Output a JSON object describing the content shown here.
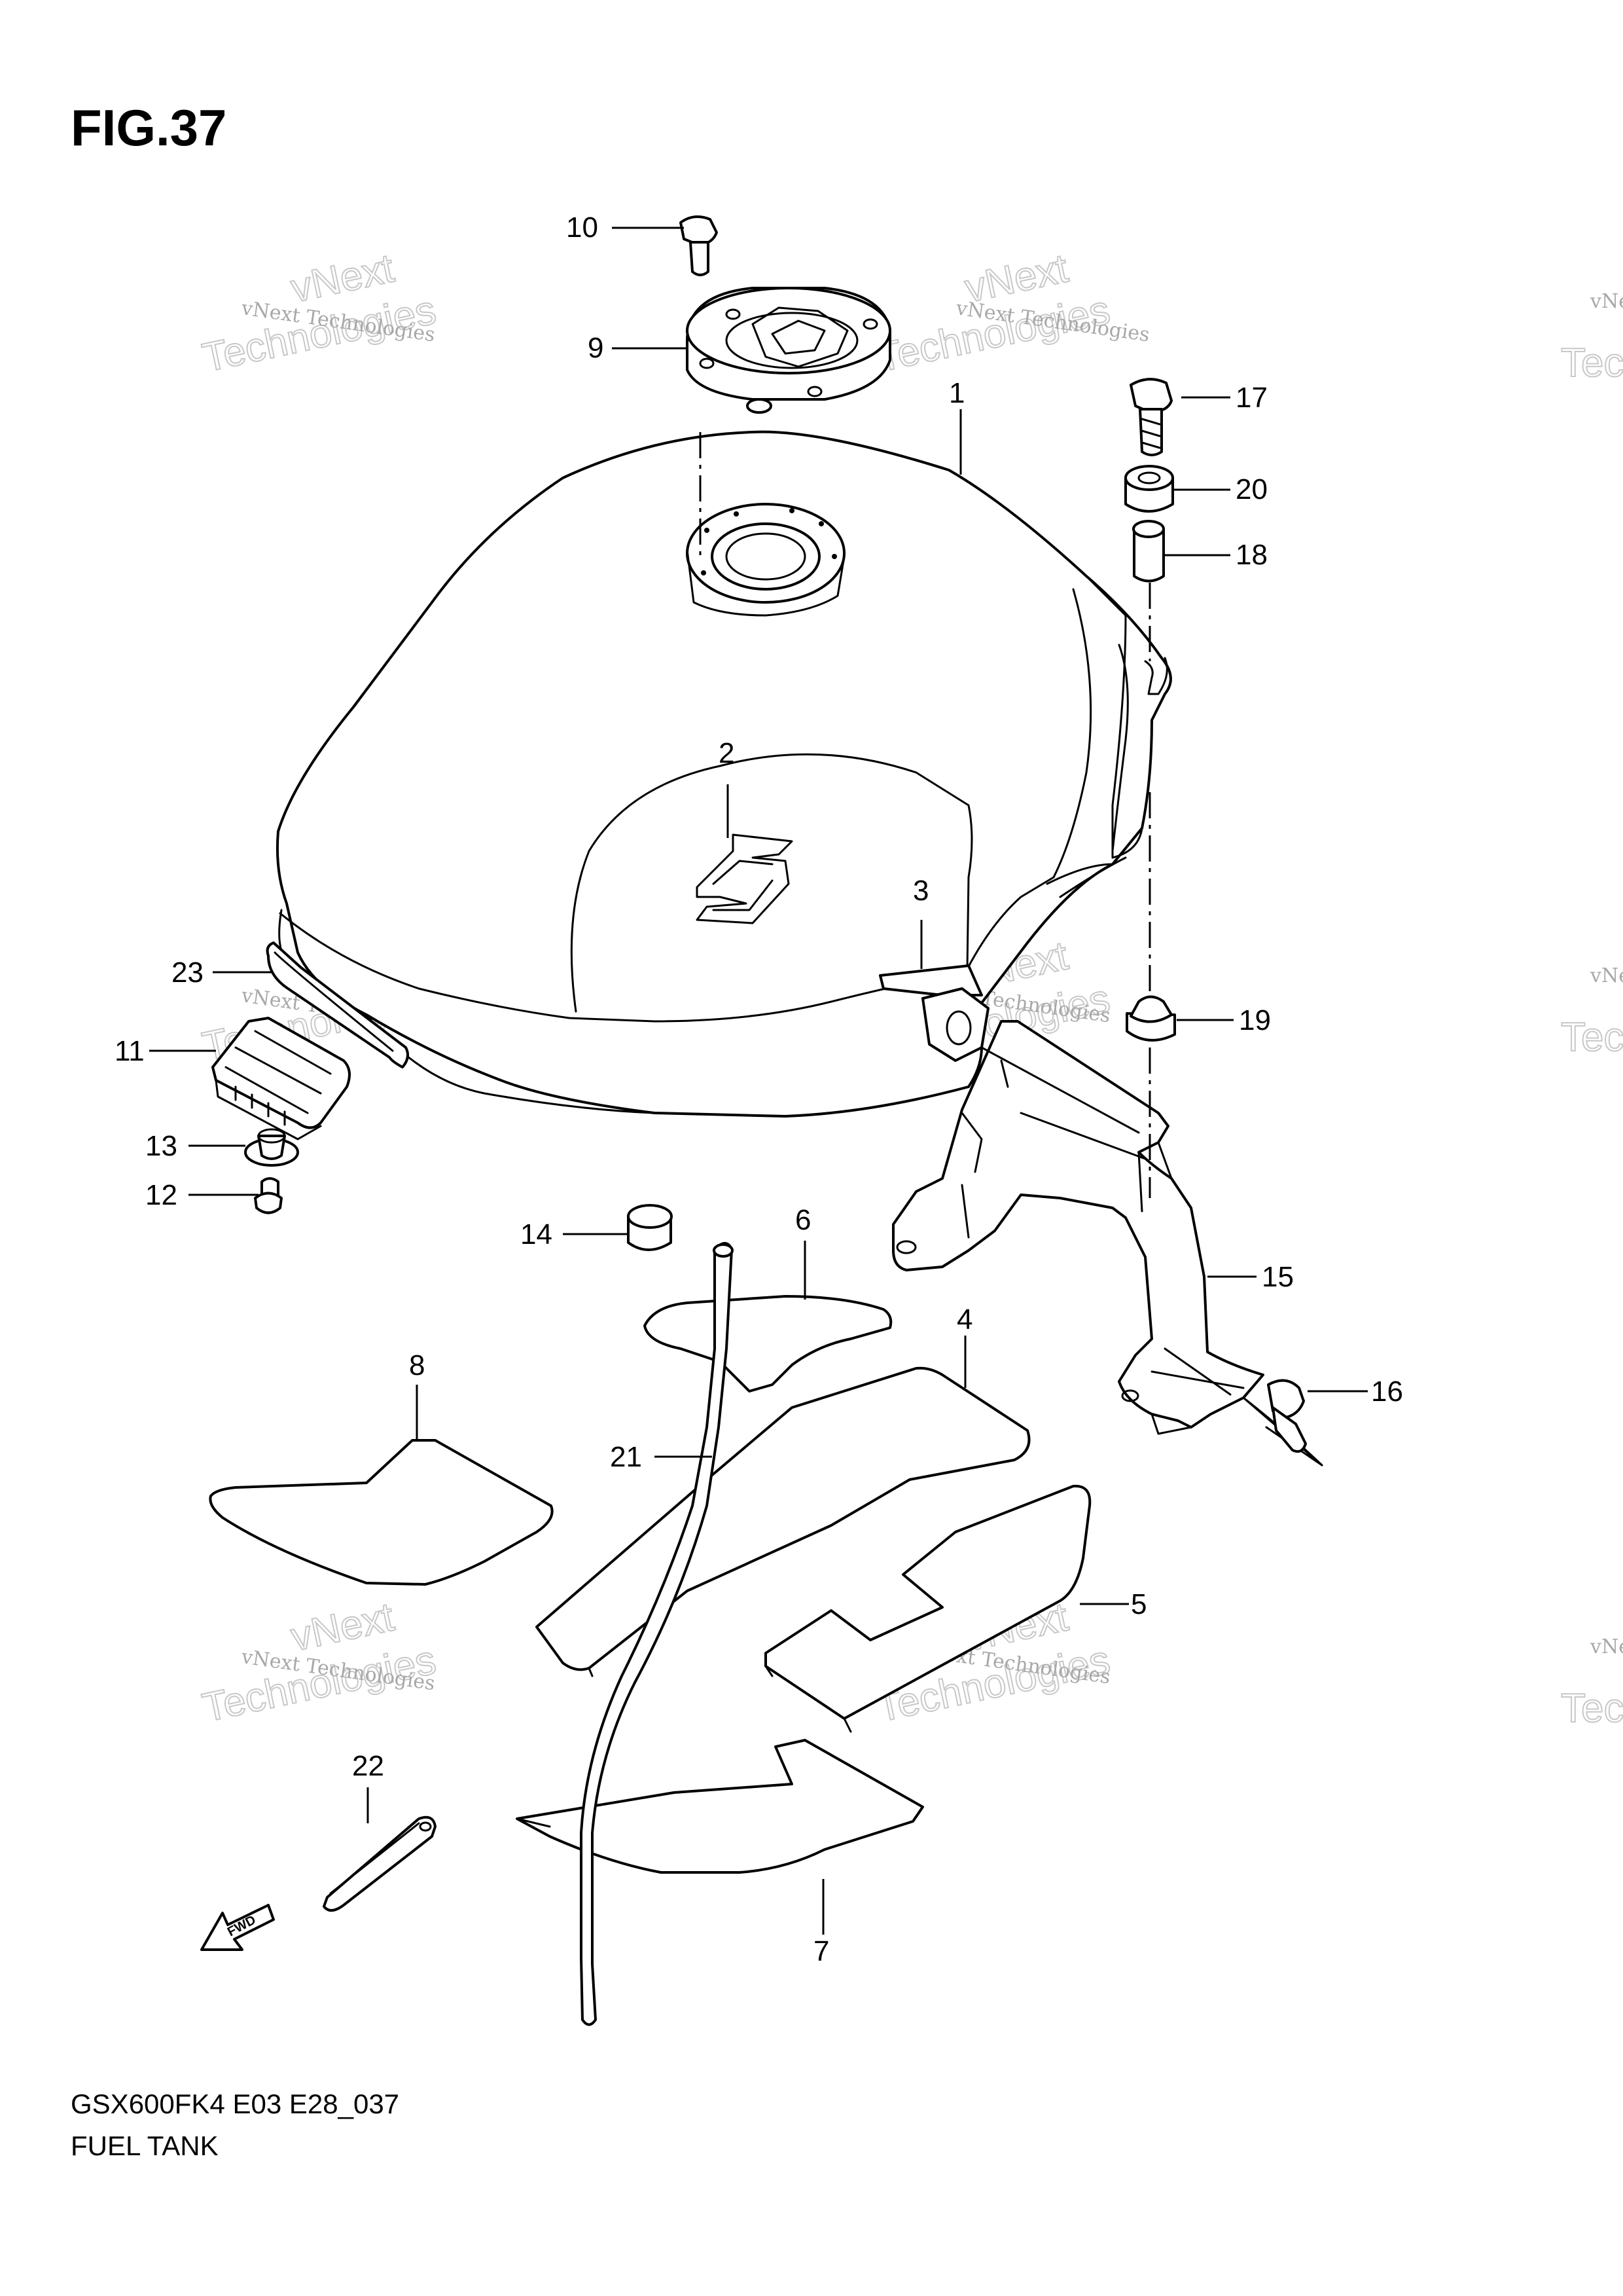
{
  "figure": {
    "title": "FIG.37"
  },
  "footer": {
    "model_code": "GSX600FK4 E03 E28_037",
    "section_name": "FUEL TANK"
  },
  "watermark": {
    "line1": "vNext Technologies",
    "line2": "vNext",
    "line3": "Technologies"
  },
  "fwd_label": "FWD",
  "callouts": [
    {
      "id": "c1",
      "label": "1"
    },
    {
      "id": "c2",
      "label": "2"
    },
    {
      "id": "c3",
      "label": "3"
    },
    {
      "id": "c4",
      "label": "4"
    },
    {
      "id": "c5",
      "label": "5"
    },
    {
      "id": "c6",
      "label": "6"
    },
    {
      "id": "c7",
      "label": "7"
    },
    {
      "id": "c8",
      "label": "8"
    },
    {
      "id": "c9",
      "label": "9"
    },
    {
      "id": "c10",
      "label": "10"
    },
    {
      "id": "c11",
      "label": "11"
    },
    {
      "id": "c12",
      "label": "12"
    },
    {
      "id": "c13",
      "label": "13"
    },
    {
      "id": "c14",
      "label": "14"
    },
    {
      "id": "c15",
      "label": "15"
    },
    {
      "id": "c16",
      "label": "16"
    },
    {
      "id": "c17",
      "label": "17"
    },
    {
      "id": "c18",
      "label": "18"
    },
    {
      "id": "c19",
      "label": "19"
    },
    {
      "id": "c20",
      "label": "20"
    },
    {
      "id": "c21",
      "label": "21"
    },
    {
      "id": "c22",
      "label": "22"
    },
    {
      "id": "c23",
      "label": "23"
    }
  ]
}
